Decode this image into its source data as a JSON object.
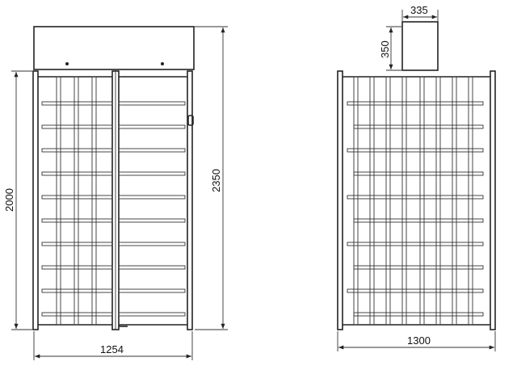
{
  "front_view": {
    "width_label": "1254",
    "leg_height_label": "2000",
    "total_height_label": "2350"
  },
  "side_view": {
    "width_label": "1300",
    "column_width_label": "335",
    "column_height_label": "350"
  }
}
